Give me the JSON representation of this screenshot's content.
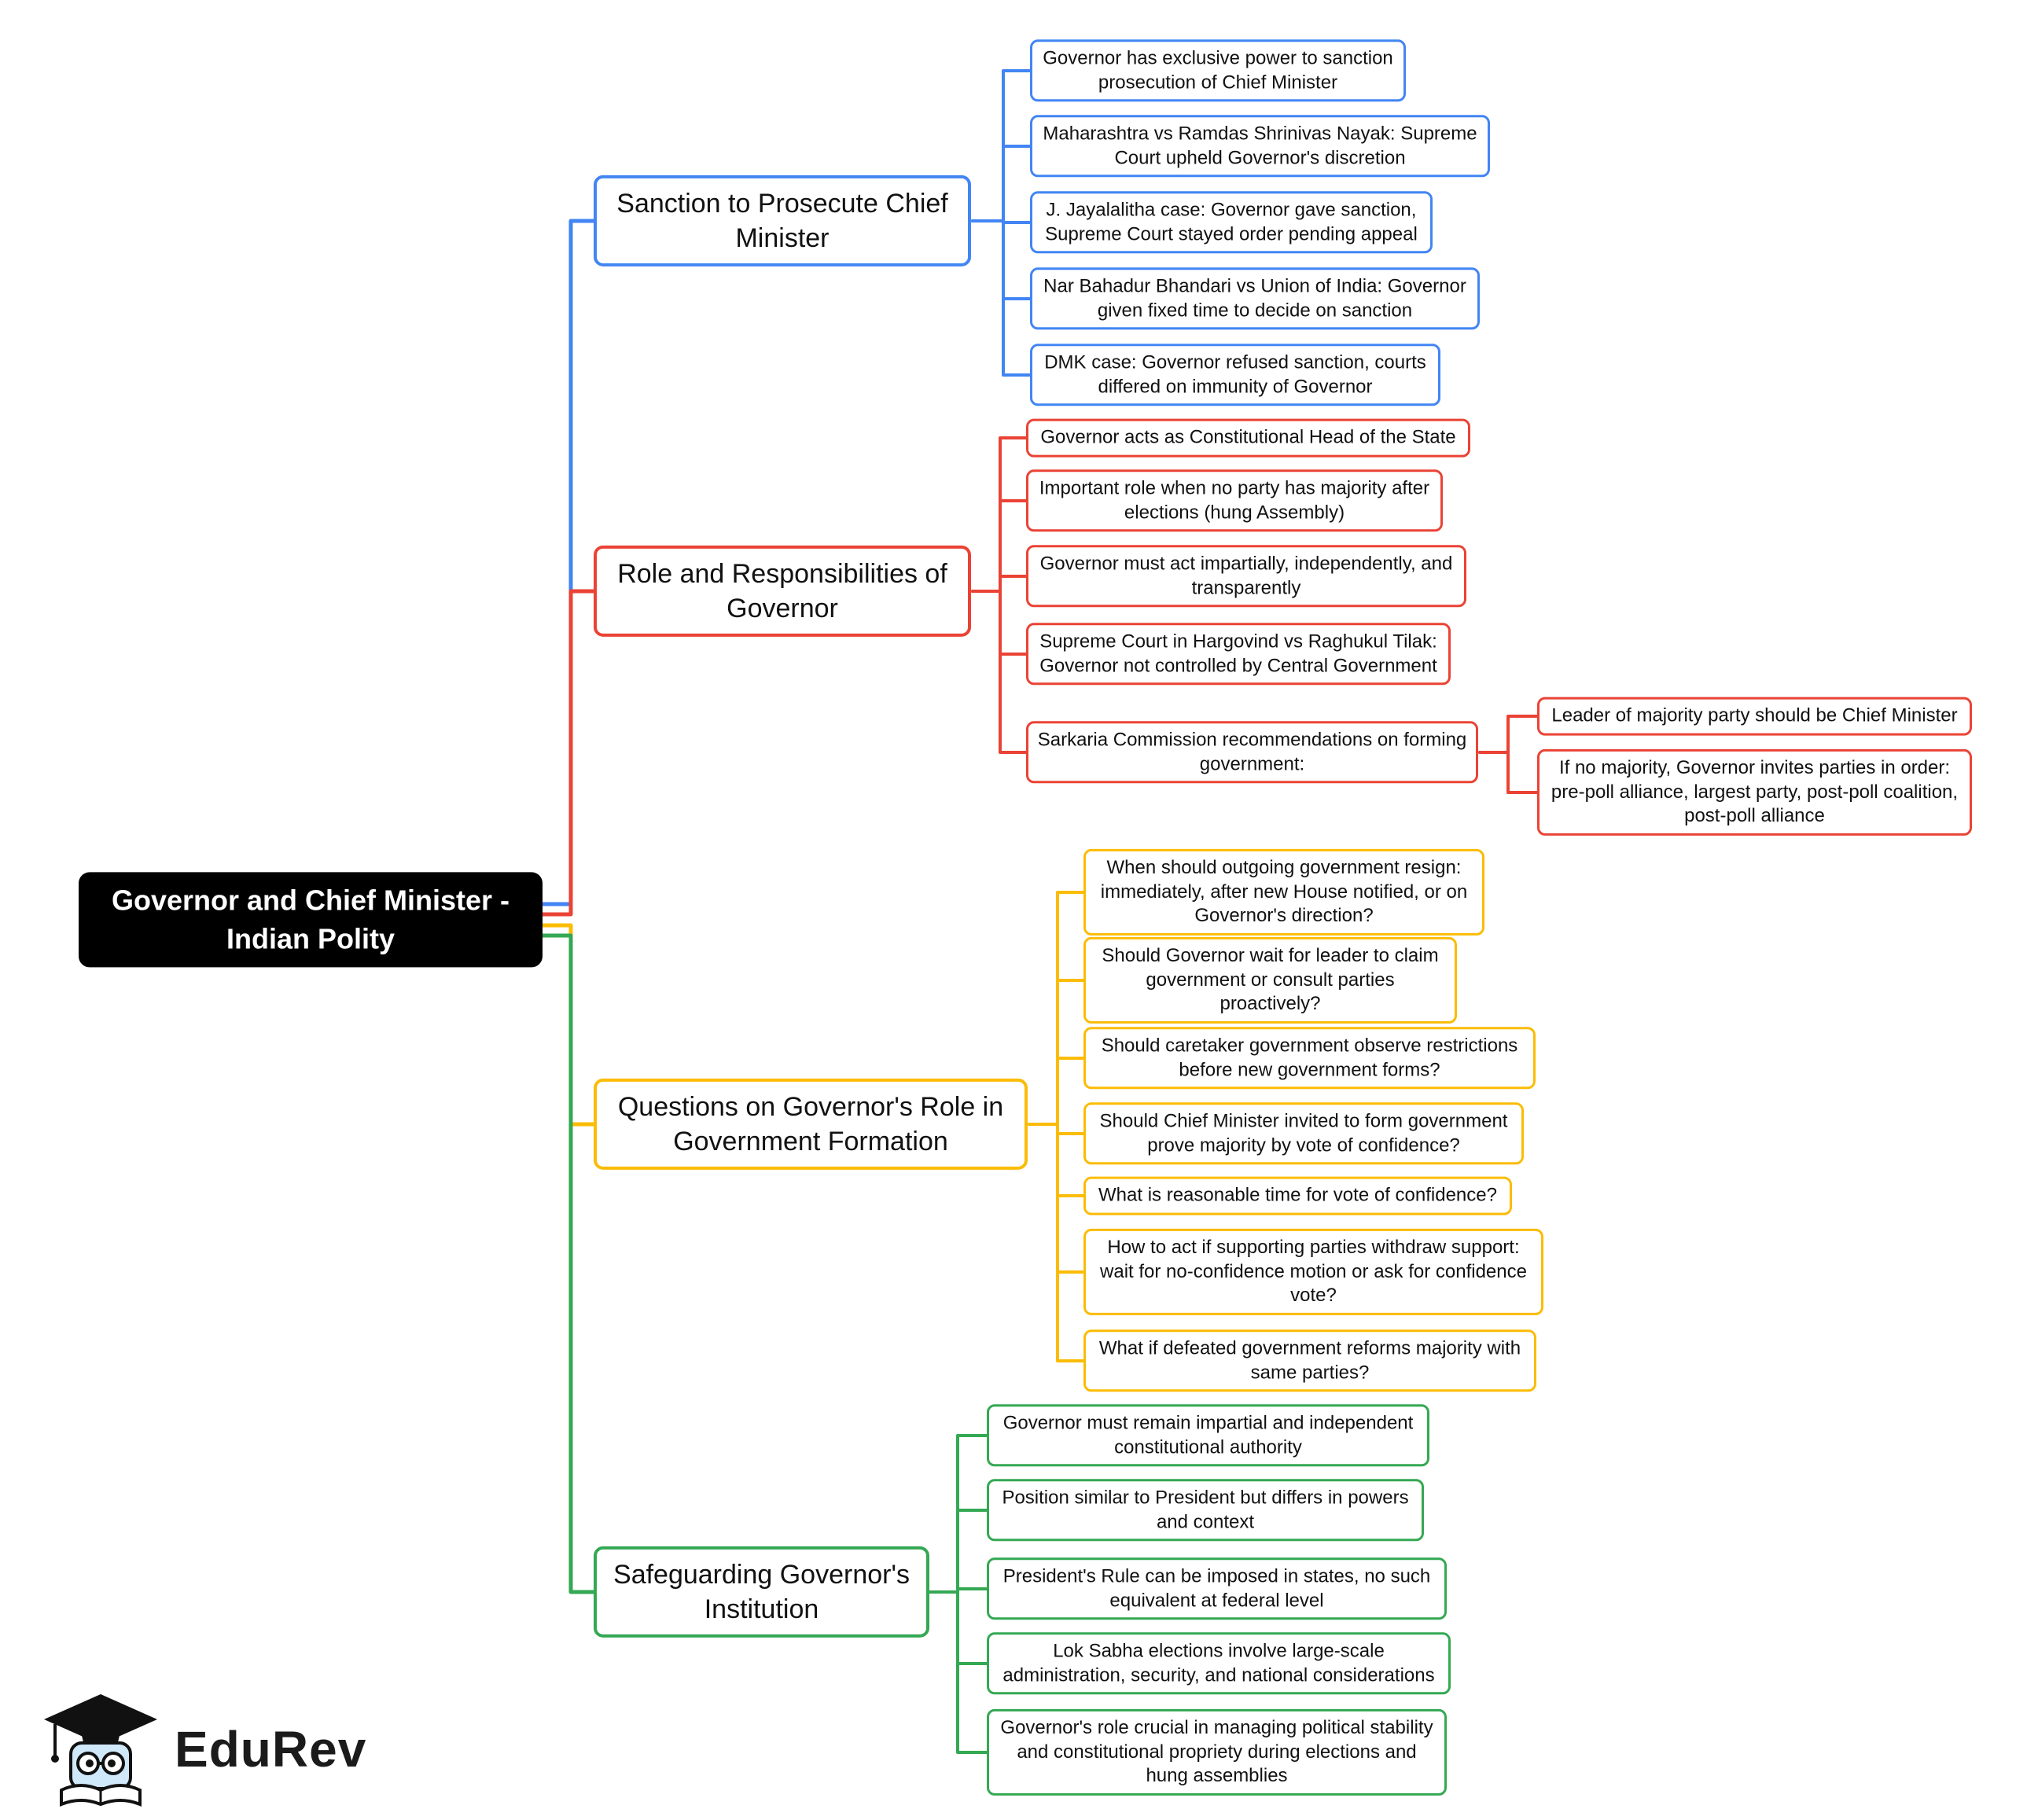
{
  "colors": {
    "blue": "#4285f4",
    "red": "#ea4335",
    "yellow": "#fbbc05",
    "green": "#34a853",
    "center_bg": "#000000",
    "center_text": "#ffffff"
  },
  "center": {
    "label": "Governor and Chief Minister - Indian Polity"
  },
  "branches": [
    {
      "label": "Sanction to Prosecute Chief Minister",
      "color": "#4285f4",
      "children": [
        {
          "label": "Governor has exclusive power to sanction prosecution of Chief Minister"
        },
        {
          "label": "Maharashtra vs Ramdas Shrinivas Nayak: Supreme Court upheld Governor's discretion"
        },
        {
          "label": "J. Jayalalitha case: Governor gave sanction, Supreme Court stayed order pending appeal"
        },
        {
          "label": "Nar Bahadur Bhandari vs Union of India: Governor given fixed time to decide on sanction"
        },
        {
          "label": "DMK case: Governor refused sanction, courts differed on immunity of Governor"
        }
      ]
    },
    {
      "label": "Role and Responsibilities of Governor",
      "color": "#ea4335",
      "children": [
        {
          "label": "Governor acts as Constitutional Head of the State"
        },
        {
          "label": "Important role when no party has majority after elections (hung Assembly)"
        },
        {
          "label": "Governor must act impartially, independently, and transparently"
        },
        {
          "label": "Supreme Court in Hargovind vs Raghukul Tilak: Governor not controlled by Central Government"
        },
        {
          "label": "Sarkaria Commission recommendations on forming government:",
          "children": [
            {
              "label": "Leader of majority party should be Chief Minister"
            },
            {
              "label": "If no majority, Governor invites parties in order: pre-poll alliance, largest party, post-poll coalition, post-poll alliance"
            }
          ]
        }
      ]
    },
    {
      "label": "Questions on Governor's Role in Government Formation",
      "color": "#fbbc05",
      "children": [
        {
          "label": "When should outgoing government resign: immediately, after new House notified, or on Governor's direction?"
        },
        {
          "label": "Should Governor wait for leader to claim government or consult parties proactively?"
        },
        {
          "label": "Should caretaker government observe restrictions before new government forms?"
        },
        {
          "label": "Should Chief Minister invited to form government prove majority by vote of confidence?"
        },
        {
          "label": "What is reasonable time for vote of confidence?"
        },
        {
          "label": "How to act if supporting parties withdraw support: wait for no-confidence motion or ask for confidence vote?"
        },
        {
          "label": "What if defeated government reforms majority with same parties?"
        }
      ]
    },
    {
      "label": "Safeguarding Governor's Institution",
      "color": "#34a853",
      "children": [
        {
          "label": "Governor must remain impartial and independent constitutional authority"
        },
        {
          "label": "Position similar to President but differs in powers and context"
        },
        {
          "label": "President's Rule can be imposed in states, no such equivalent at federal level"
        },
        {
          "label": "Lok Sabha elections involve large-scale administration, security, and national considerations"
        },
        {
          "label": "Governor's role crucial in managing political stability and constitutional propriety during elections and hung assemblies"
        }
      ]
    }
  ],
  "logo": {
    "text": "EduRev"
  }
}
